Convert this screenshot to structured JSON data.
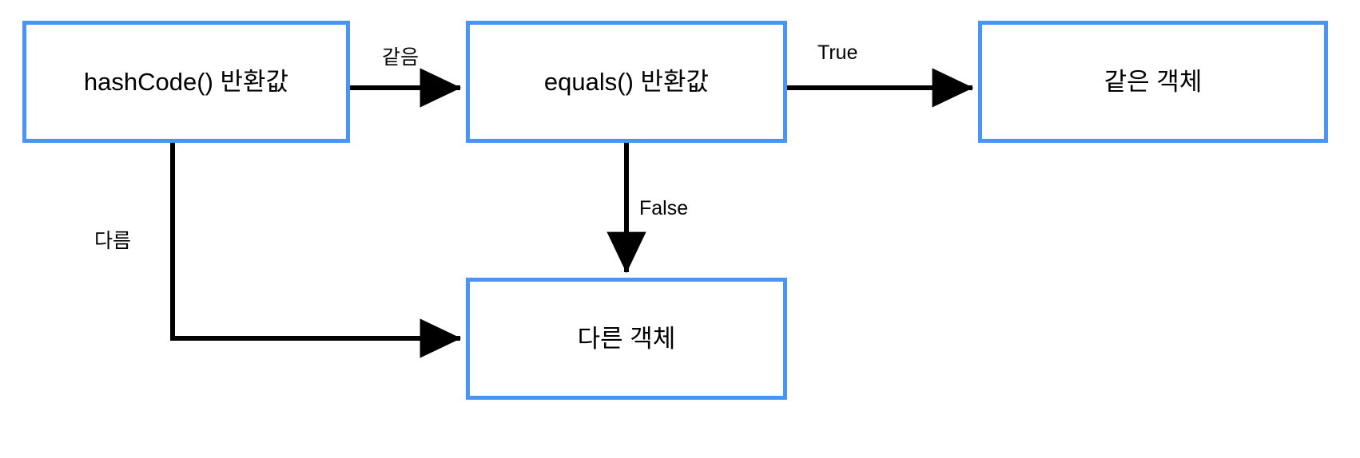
{
  "diagram": {
    "title": "hashCode and equals object identity flowchart",
    "accent_color": "#4a95f4",
    "line_color": "#000000",
    "background_color": "#ffffff",
    "nodes": [
      {
        "id": "hashcode",
        "label": "hashCode() 반환값"
      },
      {
        "id": "equals",
        "label": "equals() 반환값"
      },
      {
        "id": "same",
        "label": "같은 객체"
      },
      {
        "id": "diff",
        "label": "다른 객체"
      }
    ],
    "edges": [
      {
        "id": "hashcode-to-equals",
        "label": "같음",
        "from": "hashcode",
        "to": "equals"
      },
      {
        "id": "equals-to-same",
        "label": "True",
        "from": "equals",
        "to": "same"
      },
      {
        "id": "equals-to-diff",
        "label": "False",
        "from": "equals",
        "to": "diff"
      },
      {
        "id": "hashcode-to-diff",
        "label": "다름",
        "from": "hashcode",
        "to": "diff"
      }
    ]
  }
}
